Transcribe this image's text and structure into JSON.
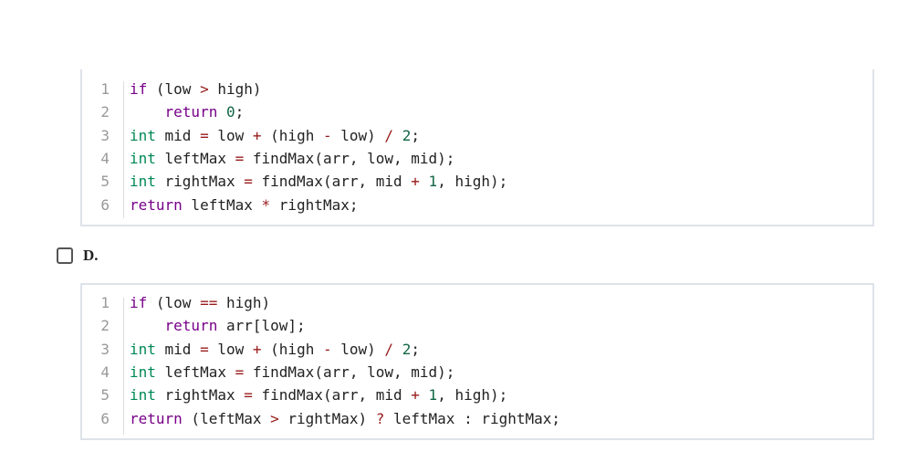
{
  "options": [
    {
      "label": "",
      "code_lines": [
        {
          "num": "1",
          "tokens": [
            {
              "t": "if",
              "c": "kw"
            },
            {
              "t": " (low ",
              "c": "plain"
            },
            {
              "t": ">",
              "c": "op"
            },
            {
              "t": " high)",
              "c": "plain"
            }
          ]
        },
        {
          "num": "2",
          "tokens": [
            {
              "t": "    ",
              "c": "plain"
            },
            {
              "t": "return",
              "c": "kw"
            },
            {
              "t": " ",
              "c": "plain"
            },
            {
              "t": "0",
              "c": "num"
            },
            {
              "t": ";",
              "c": "plain"
            }
          ]
        },
        {
          "num": "3",
          "tokens": [
            {
              "t": "int",
              "c": "type"
            },
            {
              "t": " mid ",
              "c": "plain"
            },
            {
              "t": "=",
              "c": "op"
            },
            {
              "t": " low ",
              "c": "plain"
            },
            {
              "t": "+",
              "c": "op"
            },
            {
              "t": " (high ",
              "c": "plain"
            },
            {
              "t": "-",
              "c": "op"
            },
            {
              "t": " low) ",
              "c": "plain"
            },
            {
              "t": "/",
              "c": "op"
            },
            {
              "t": " ",
              "c": "plain"
            },
            {
              "t": "2",
              "c": "num"
            },
            {
              "t": ";",
              "c": "plain"
            }
          ]
        },
        {
          "num": "4",
          "tokens": [
            {
              "t": "int",
              "c": "type"
            },
            {
              "t": " leftMax ",
              "c": "plain"
            },
            {
              "t": "=",
              "c": "op"
            },
            {
              "t": " findMax(arr, low, mid);",
              "c": "plain"
            }
          ]
        },
        {
          "num": "5",
          "tokens": [
            {
              "t": "int",
              "c": "type"
            },
            {
              "t": " rightMax ",
              "c": "plain"
            },
            {
              "t": "=",
              "c": "op"
            },
            {
              "t": " findMax(arr, mid ",
              "c": "plain"
            },
            {
              "t": "+",
              "c": "op"
            },
            {
              "t": " ",
              "c": "plain"
            },
            {
              "t": "1",
              "c": "num"
            },
            {
              "t": ", high);",
              "c": "plain"
            }
          ]
        },
        {
          "num": "6",
          "tokens": [
            {
              "t": "return",
              "c": "kw"
            },
            {
              "t": " leftMax ",
              "c": "plain"
            },
            {
              "t": "*",
              "c": "op"
            },
            {
              "t": " rightMax;",
              "c": "plain"
            }
          ]
        }
      ]
    },
    {
      "label": "D.",
      "checked": false,
      "code_lines": [
        {
          "num": "1",
          "tokens": [
            {
              "t": "if",
              "c": "kw"
            },
            {
              "t": " (low ",
              "c": "plain"
            },
            {
              "t": "==",
              "c": "op"
            },
            {
              "t": " high)",
              "c": "plain"
            }
          ]
        },
        {
          "num": "2",
          "tokens": [
            {
              "t": "    ",
              "c": "plain"
            },
            {
              "t": "return",
              "c": "kw"
            },
            {
              "t": " arr[low];",
              "c": "plain"
            }
          ]
        },
        {
          "num": "3",
          "tokens": [
            {
              "t": "int",
              "c": "type"
            },
            {
              "t": " mid ",
              "c": "plain"
            },
            {
              "t": "=",
              "c": "op"
            },
            {
              "t": " low ",
              "c": "plain"
            },
            {
              "t": "+",
              "c": "op"
            },
            {
              "t": " (high ",
              "c": "plain"
            },
            {
              "t": "-",
              "c": "op"
            },
            {
              "t": " low) ",
              "c": "plain"
            },
            {
              "t": "/",
              "c": "op"
            },
            {
              "t": " ",
              "c": "plain"
            },
            {
              "t": "2",
              "c": "num"
            },
            {
              "t": ";",
              "c": "plain"
            }
          ]
        },
        {
          "num": "4",
          "tokens": [
            {
              "t": "int",
              "c": "type"
            },
            {
              "t": " leftMax ",
              "c": "plain"
            },
            {
              "t": "=",
              "c": "op"
            },
            {
              "t": " findMax(arr, low, mid);",
              "c": "plain"
            }
          ]
        },
        {
          "num": "5",
          "tokens": [
            {
              "t": "int",
              "c": "type"
            },
            {
              "t": " rightMax ",
              "c": "plain"
            },
            {
              "t": "=",
              "c": "op"
            },
            {
              "t": " findMax(arr, mid ",
              "c": "plain"
            },
            {
              "t": "+",
              "c": "op"
            },
            {
              "t": " ",
              "c": "plain"
            },
            {
              "t": "1",
              "c": "num"
            },
            {
              "t": ", high);",
              "c": "plain"
            }
          ]
        },
        {
          "num": "6",
          "tokens": [
            {
              "t": "return",
              "c": "kw"
            },
            {
              "t": " (leftMax ",
              "c": "plain"
            },
            {
              "t": ">",
              "c": "op"
            },
            {
              "t": " rightMax) ",
              "c": "plain"
            },
            {
              "t": "?",
              "c": "op"
            },
            {
              "t": " leftMax : rightMax;",
              "c": "plain"
            }
          ]
        }
      ]
    }
  ],
  "colors": {
    "keyword": "#770088",
    "type": "#008855",
    "number": "#116644",
    "operator": "#981a1a",
    "text": "#222222",
    "line_number": "#999999",
    "border": "#dde3e9"
  }
}
